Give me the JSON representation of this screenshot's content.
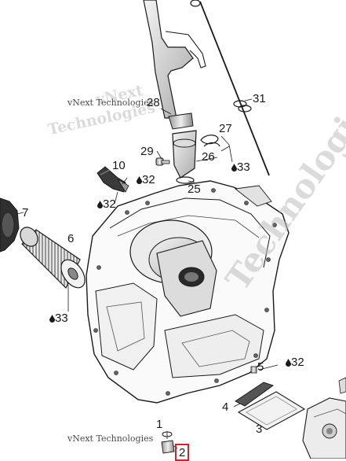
{
  "callouts": [
    {
      "id": "c28",
      "text": "28",
      "drop": false
    },
    {
      "id": "c31",
      "text": "31",
      "drop": false
    },
    {
      "id": "c27",
      "text": "27",
      "drop": false
    },
    {
      "id": "c29",
      "text": "29",
      "drop": false
    },
    {
      "id": "c26",
      "text": "26",
      "drop": false
    },
    {
      "id": "c33a",
      "text": "33",
      "drop": true
    },
    {
      "id": "c10",
      "text": "10",
      "drop": false
    },
    {
      "id": "c32a",
      "text": "32",
      "drop": true
    },
    {
      "id": "c25",
      "text": "25",
      "drop": false
    },
    {
      "id": "c32b",
      "text": "32",
      "drop": true
    },
    {
      "id": "c7",
      "text": "7",
      "drop": false
    },
    {
      "id": "c6",
      "text": "6",
      "drop": false
    },
    {
      "id": "c33b",
      "text": "33",
      "drop": true
    },
    {
      "id": "c5",
      "text": "5",
      "drop": false
    },
    {
      "id": "c32c",
      "text": "32",
      "drop": true
    },
    {
      "id": "c4",
      "text": "4",
      "drop": false
    },
    {
      "id": "c3",
      "text": "3",
      "drop": false
    },
    {
      "id": "c1",
      "text": "1",
      "drop": false
    },
    {
      "id": "c2",
      "text": "2",
      "drop": false,
      "highlighted": true
    }
  ],
  "watermarks": {
    "top": "vNext Technologies",
    "bottom": "vNext Technologies",
    "ghost_top_1": "vNext",
    "ghost_top_2": "Technologies",
    "ghost_bottom": "Technologies"
  },
  "colors": {
    "highlight": "#d0242b",
    "line": "#1a1a1a",
    "part_fill": "#ffffff",
    "part_shade": "#bdbdbd"
  }
}
